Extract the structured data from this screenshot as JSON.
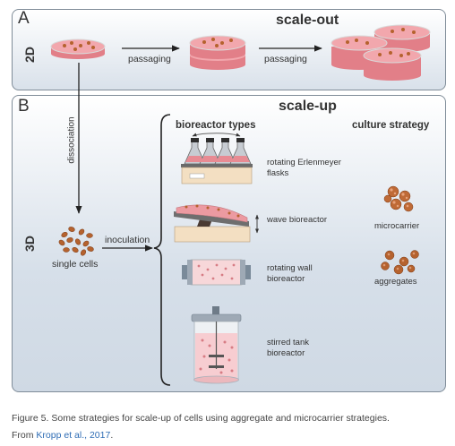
{
  "panel_a": {
    "letter": "A",
    "title": "scale-out",
    "dimension": "2D",
    "arrow1_label": "passaging",
    "arrow2_label": "passaging"
  },
  "panel_b": {
    "letter": "B",
    "title": "scale-up",
    "dimension": "3D",
    "dissociation_label": "dissociation",
    "single_cells_label": "single cells",
    "inoculation_label": "inoculation",
    "bioreactor_types_heading": "bioreactor types",
    "culture_strategy_heading": "culture strategy",
    "bioreactors": [
      {
        "line1": "rotating Erlenmeyer",
        "line2": "flasks"
      },
      {
        "line1": "wave bioreactor",
        "line2": ""
      },
      {
        "line1": "rotating wall",
        "line2": "bioreactor"
      },
      {
        "line1": "stirred tank",
        "line2": "bioreactor"
      }
    ],
    "strategies": [
      "microcarrier",
      "aggregates"
    ]
  },
  "caption": {
    "text": "Figure 5. Some strategies for scale-up of cells using aggregate and microcarrier strategies.",
    "from_prefix": "From ",
    "link_text": "Kropp et al., 2017",
    "suffix": "."
  },
  "colors": {
    "dish_pink": "#ec8d95",
    "cell_brown": "#b5622e",
    "arrow": "#222222"
  }
}
